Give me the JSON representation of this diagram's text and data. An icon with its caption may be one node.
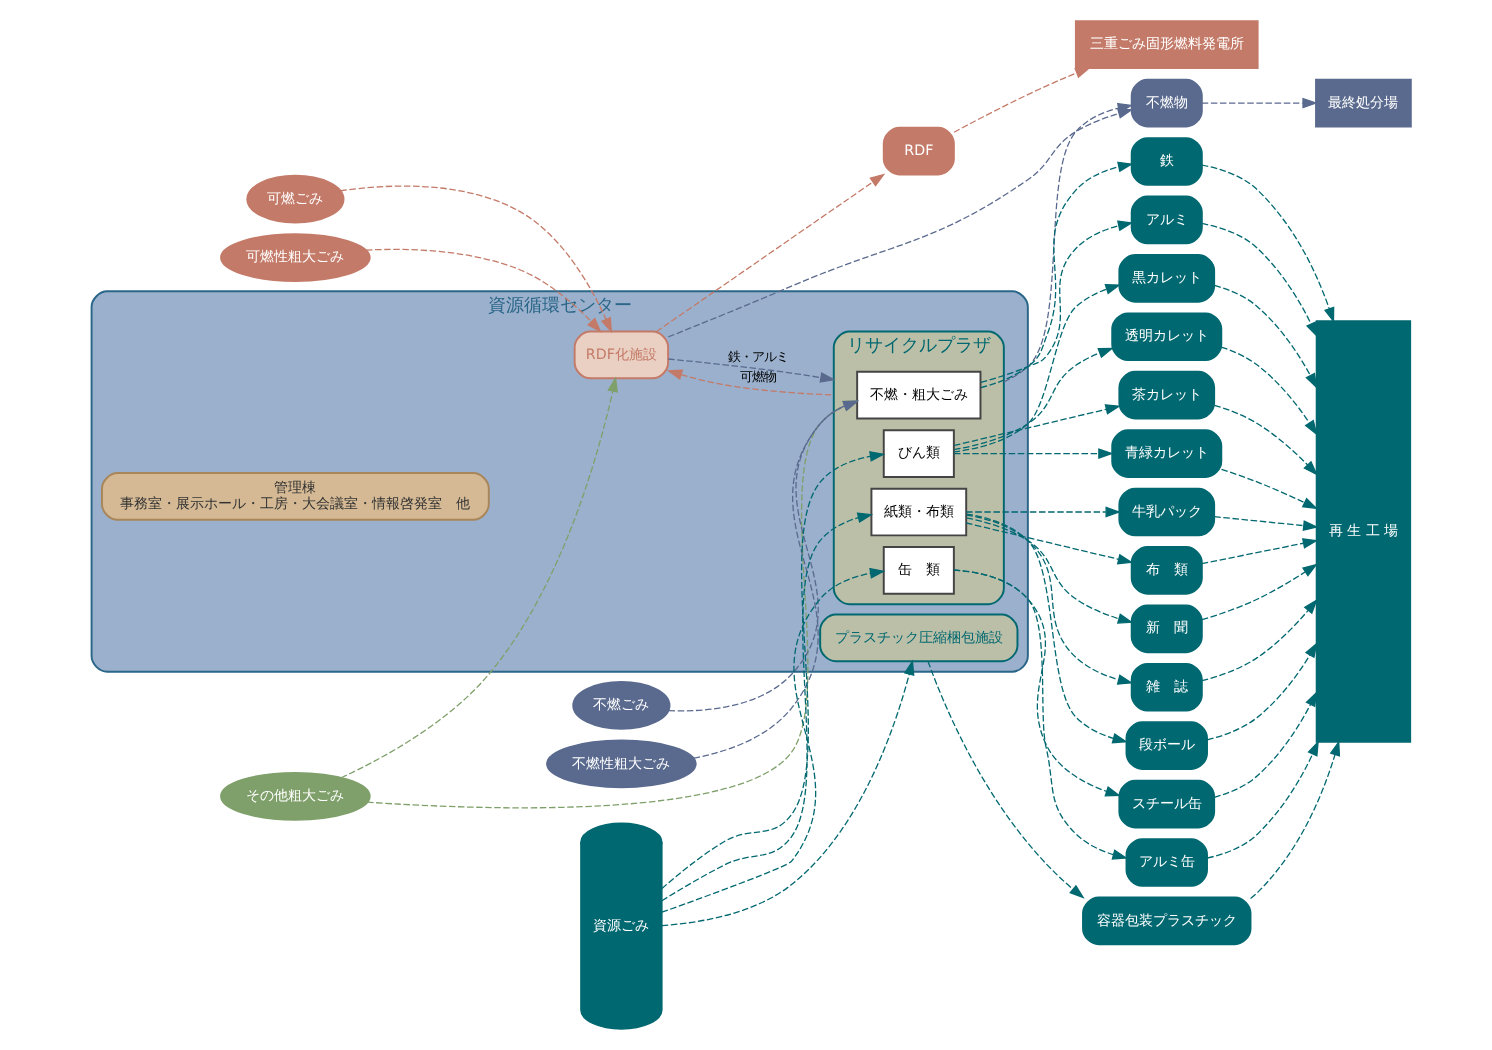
{
  "diagram": {
    "nodes": [
      {
        "text": [
          "可燃ごみ"
        ]
      },
      {
        "text": [
          "可燃性粗大ごみ"
        ]
      },
      {
        "text": [
          "その他粗大ごみ"
        ]
      },
      {
        "text": [
          "不燃ごみ"
        ]
      },
      {
        "text": [
          "不燃性粗大ごみ"
        ]
      },
      {
        "text": [
          "資源ごみ"
        ]
      },
      {
        "text": [
          "資源循環センター"
        ]
      },
      {
        "text": [
          "RDF化施設"
        ],
        "in": 6
      },
      {
        "text": [
          "リサイクルプラザ"
        ],
        "in": 6
      },
      {
        "text": [
          "不燃・粗大ごみ"
        ],
        "in": 8
      },
      {
        "text": [
          "缶　類"
        ],
        "in": 8
      },
      {
        "text": [
          "びん類"
        ],
        "in": 8
      },
      {
        "text": [
          "紙類・布類"
        ],
        "in": 8
      },
      {
        "text": [
          "プラスチック圧縮梱包施設"
        ],
        "in": 6
      },
      {
        "text": [
          "管理棟",
          "事務室・展示ホール・工房・大会議室・情報啓発室　他"
        ],
        "in": 6
      },
      {
        "text": [
          "RDF"
        ]
      },
      {
        "text": [
          "不燃物"
        ]
      },
      {
        "text": [
          "鉄"
        ]
      },
      {
        "text": [
          "アルミ"
        ]
      },
      {
        "text": [
          "スチール缶"
        ]
      },
      {
        "text": [
          "アルミ缶"
        ]
      },
      {
        "text": [
          "透明カレット"
        ]
      },
      {
        "text": [
          "茶カレット"
        ]
      },
      {
        "text": [
          "青緑カレット"
        ]
      },
      {
        "text": [
          "黒カレット"
        ]
      },
      {
        "text": [
          "新　聞"
        ]
      },
      {
        "text": [
          "雑　誌"
        ]
      },
      {
        "text": [
          "段ボール"
        ]
      },
      {
        "text": [
          "牛乳パック"
        ]
      },
      {
        "text": [
          "布　類"
        ]
      },
      {
        "text": [
          "容器包装プラスチック"
        ]
      },
      {
        "text": [
          "三重ごみ固形燃料発電所"
        ]
      },
      {
        "text": [
          "最終処分場"
        ]
      },
      {
        "text": [
          "再 生 工 場"
        ]
      }
    ],
    "edges": [
      {
        "from": 0,
        "to": 7,
        "arrow": "to",
        "style": "dashed",
        "color": "#c47a68"
      },
      {
        "from": 1,
        "to": 7,
        "arrow": "to",
        "style": "dashed",
        "color": "#c47a68"
      },
      {
        "from": 2,
        "to": 7,
        "arrow": "to",
        "style": "dashed",
        "color": "#7fa06a"
      },
      {
        "from": 2,
        "to": 9,
        "arrow": "to",
        "style": "dashed",
        "color": "#7fa06a"
      },
      {
        "from": 3,
        "to": 9,
        "arrow": "to",
        "style": "dashed",
        "color": "#5a6a8e"
      },
      {
        "from": 4,
        "to": 9,
        "arrow": "to",
        "style": "dashed",
        "color": "#5a6a8e"
      },
      {
        "from": 5,
        "to": 10,
        "arrow": "to",
        "style": "dashed"
      },
      {
        "from": 5,
        "to": 11,
        "arrow": "to",
        "style": "dashed"
      },
      {
        "from": 5,
        "to": 12,
        "arrow": "to",
        "style": "dashed"
      },
      {
        "from": 5,
        "to": 13,
        "arrow": "to",
        "style": "dashed"
      },
      {
        "from": 8,
        "to": 7,
        "arrow": "to",
        "label": "可燃物",
        "style": "dashed",
        "color": "#c47a68"
      },
      {
        "from": 7,
        "to": 8,
        "arrow": "to",
        "label": "鉄・アルミ",
        "style": "dashed",
        "color": "#5a6a8e"
      },
      {
        "from": 7,
        "to": 15,
        "arrow": "to",
        "style": "dashed",
        "color": "#c47a68"
      },
      {
        "from": 7,
        "to": 16,
        "arrow": "to",
        "style": "dashed",
        "color": "#5a6a8e"
      },
      {
        "from": 8,
        "to": 16,
        "arrow": "to",
        "style": "dashed",
        "color": "#5a6a8e"
      },
      {
        "from": 9,
        "to": 17,
        "arrow": "to",
        "style": "dashed"
      },
      {
        "from": 9,
        "to": 18,
        "arrow": "to",
        "style": "dashed"
      },
      {
        "from": 10,
        "to": 19,
        "arrow": "to",
        "style": "dashed"
      },
      {
        "from": 10,
        "to": 20,
        "arrow": "to",
        "style": "dashed"
      },
      {
        "from": 11,
        "to": 21,
        "arrow": "to",
        "style": "dashed"
      },
      {
        "from": 11,
        "to": 22,
        "arrow": "to",
        "style": "dashed"
      },
      {
        "from": 11,
        "to": 23,
        "arrow": "to",
        "style": "dashed"
      },
      {
        "from": 11,
        "to": 24,
        "arrow": "to",
        "style": "dashed"
      },
      {
        "from": 12,
        "to": 25,
        "arrow": "to",
        "style": "dashed"
      },
      {
        "from": 12,
        "to": 26,
        "arrow": "to",
        "style": "dashed"
      },
      {
        "from": 12,
        "to": 27,
        "arrow": "to",
        "style": "dashed"
      },
      {
        "from": 12,
        "to": 28,
        "arrow": "to",
        "style": "dashed"
      },
      {
        "from": 12,
        "to": 29,
        "arrow": "to",
        "style": "dashed"
      },
      {
        "from": 13,
        "to": 30,
        "arrow": "to",
        "style": "dashed"
      },
      {
        "from": 15,
        "to": 31,
        "arrow": "to",
        "style": "dashed",
        "color": "#c47a68"
      },
      {
        "from": 16,
        "to": 32,
        "arrow": "to",
        "style": "dashed",
        "color": "#5a6a8e"
      },
      {
        "from": 17,
        "to": 33,
        "arrow": "to",
        "style": "dashed"
      },
      {
        "from": 18,
        "to": 33,
        "arrow": "to",
        "style": "dashed"
      },
      {
        "from": 19,
        "to": 33,
        "arrow": "to",
        "style": "dashed"
      },
      {
        "from": 20,
        "to": 33,
        "arrow": "to",
        "style": "dashed"
      },
      {
        "from": 21,
        "to": 33,
        "arrow": "to",
        "style": "dashed"
      },
      {
        "from": 22,
        "to": 33,
        "arrow": "to",
        "style": "dashed"
      },
      {
        "from": 23,
        "to": 33,
        "arrow": "to",
        "style": "dashed"
      },
      {
        "from": 24,
        "to": 33,
        "arrow": "to",
        "style": "dashed"
      },
      {
        "from": 25,
        "to": 33,
        "arrow": "to",
        "style": "dashed"
      },
      {
        "from": 26,
        "to": 33,
        "arrow": "to",
        "style": "dashed"
      },
      {
        "from": 27,
        "to": 33,
        "arrow": "to",
        "style": "dashed"
      },
      {
        "from": 28,
        "to": 33,
        "arrow": "to",
        "style": "dashed"
      },
      {
        "from": 29,
        "to": 33,
        "arrow": "to",
        "style": "dashed"
      },
      {
        "from": 30,
        "to": 33,
        "arrow": "to",
        "style": "dashed"
      }
    ]
  }
}
